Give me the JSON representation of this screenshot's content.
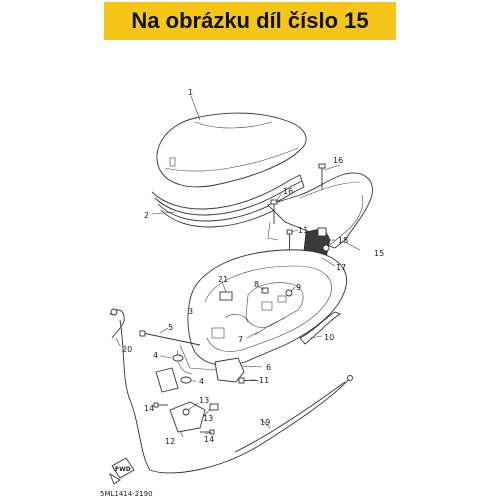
{
  "banner": {
    "text": "Na obrázku díl číslo 15",
    "color": "#f5c518"
  },
  "reference_code": "5ML1414-2190",
  "fwd_label": "FWD",
  "callouts": {
    "c1": "1",
    "c2": "2",
    "c3": "3",
    "c4a": "4",
    "c4b": "4",
    "c5": "5",
    "c6": "6",
    "c7": "7",
    "c8": "8",
    "c9": "9",
    "c10": "10",
    "c11a": "11",
    "c11b": "11",
    "c12": "12",
    "c13a": "13",
    "c13b": "13",
    "c14a": "14",
    "c14b": "14",
    "c15": "15",
    "c16a": "16",
    "c16b": "16",
    "c17": "17",
    "c18": "18",
    "c19": "19",
    "c20": "20",
    "c21": "21"
  }
}
